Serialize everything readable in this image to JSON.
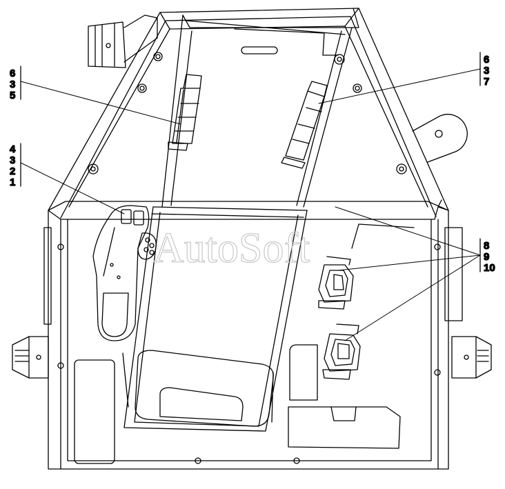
{
  "watermark": "AutoSoft",
  "callouts": [
    {
      "id": "group-left-upper",
      "numbers": [
        "6",
        "3",
        "5"
      ]
    },
    {
      "id": "group-left-lower",
      "numbers": [
        "4",
        "3",
        "2",
        "1"
      ]
    },
    {
      "id": "group-right-upper",
      "numbers": [
        "6",
        "3",
        "7"
      ]
    },
    {
      "id": "group-right-lower",
      "numbers": [
        "8",
        "9",
        "10"
      ]
    }
  ],
  "colors": {
    "line": "#000000",
    "watermark": "#c8c8c8",
    "background": "#ffffff"
  }
}
